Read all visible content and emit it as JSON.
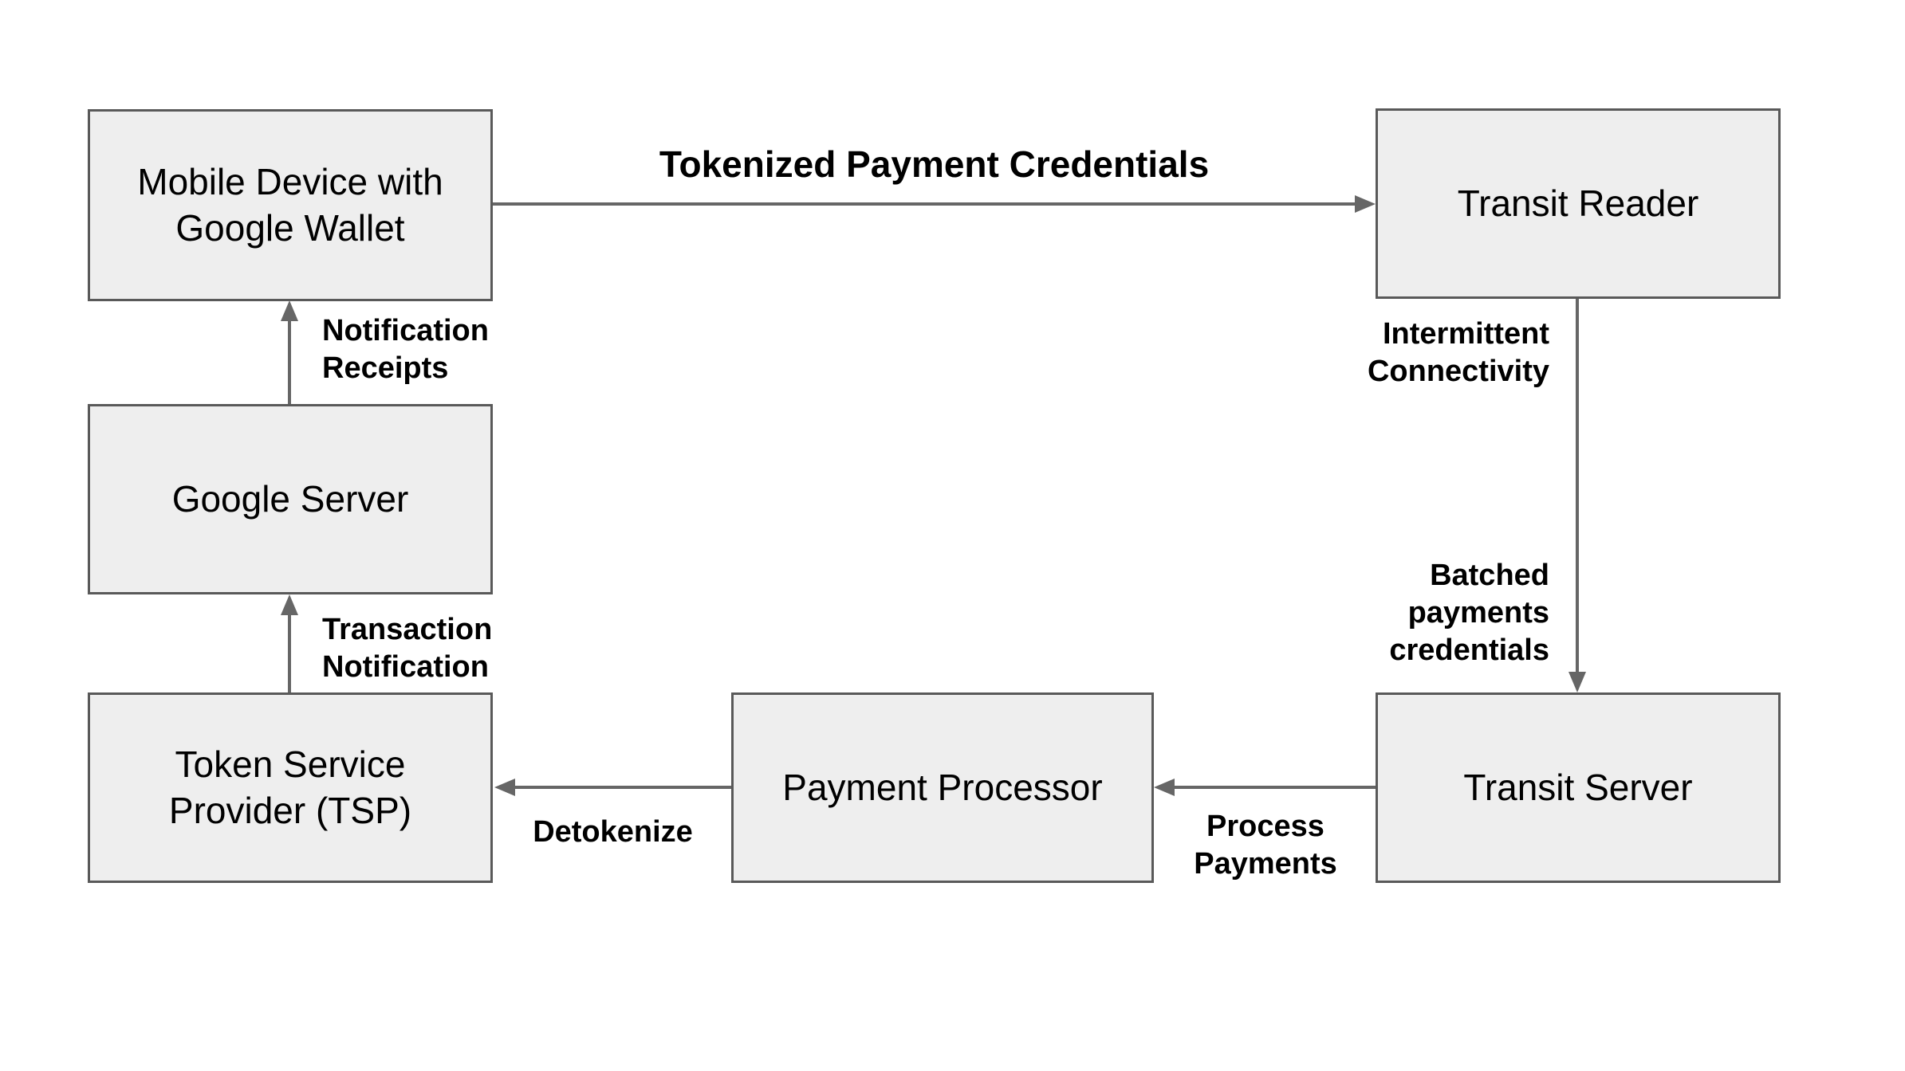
{
  "diagram": {
    "colors": {
      "background": "#ffffff",
      "node_fill": "#eeeeee",
      "node_border": "#595959",
      "arrow": "#666666",
      "text": "#000000"
    },
    "nodes": [
      {
        "id": "mobile-device-google-wallet",
        "label": "Mobile Device with\nGoogle Wallet"
      },
      {
        "id": "transit-reader",
        "label": "Transit Reader"
      },
      {
        "id": "google-server",
        "label": "Google Server"
      },
      {
        "id": "token-service-provider",
        "label": "Token Service\nProvider (TSP)"
      },
      {
        "id": "payment-processor",
        "label": "Payment Processor"
      },
      {
        "id": "transit-server",
        "label": "Transit Server"
      }
    ],
    "edges": [
      {
        "id": "tokenized-payment-credentials",
        "from": "Mobile Device with Google Wallet",
        "to": "Transit Reader",
        "direction": "right",
        "label": "Tokenized Payment Credentials"
      },
      {
        "id": "reader-to-transit-server",
        "from": "Transit Reader",
        "to": "Transit Server",
        "direction": "down",
        "label_top": "Intermittent\nConnectivity",
        "label_bottom": "Batched\npayments\ncredentials"
      },
      {
        "id": "process-payments",
        "from": "Transit Server",
        "to": "Payment Processor",
        "direction": "left",
        "label": "Process\nPayments"
      },
      {
        "id": "detokenize",
        "from": "Payment Processor",
        "to": "Token Service Provider (TSP)",
        "direction": "left",
        "label": "Detokenize"
      },
      {
        "id": "transaction-notification",
        "from": "Token Service Provider (TSP)",
        "to": "Google Server",
        "direction": "up",
        "label": "Transaction\nNotification"
      },
      {
        "id": "notification-receipts",
        "from": "Google Server",
        "to": "Mobile Device with Google Wallet",
        "direction": "up",
        "label": "Notification\nReceipts"
      }
    ]
  }
}
